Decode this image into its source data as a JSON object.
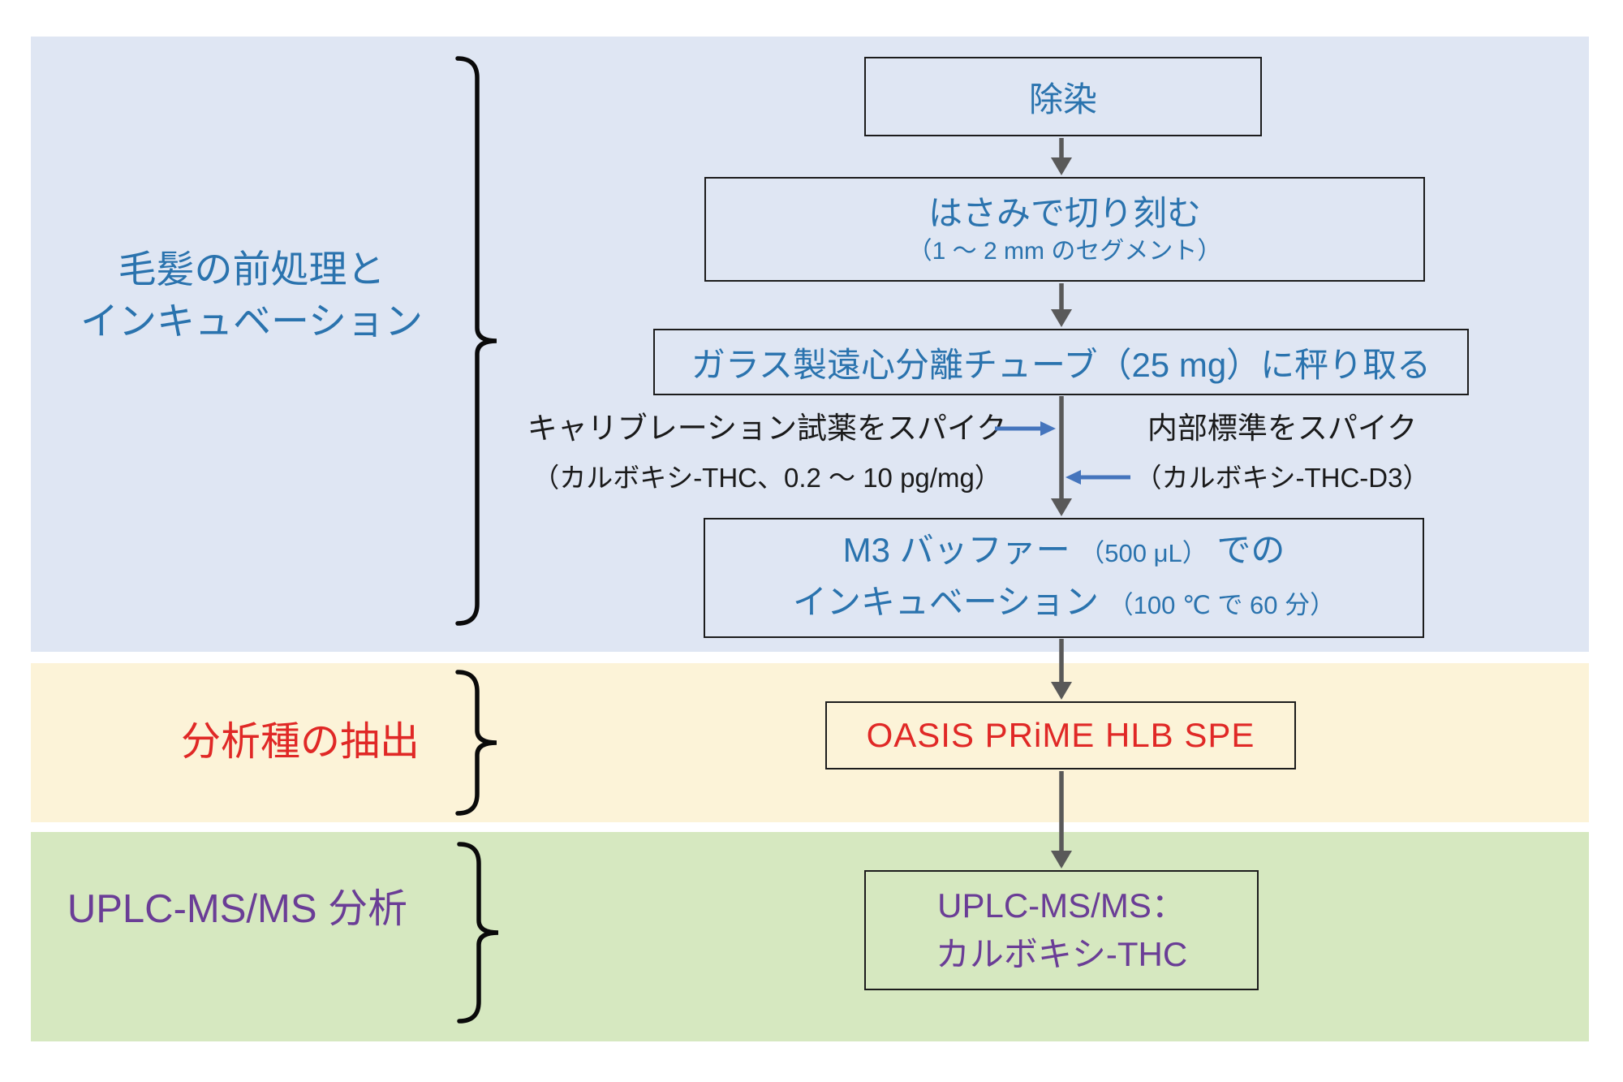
{
  "sections": {
    "pretreatment": {
      "label_line1": "毛髪の前処理と",
      "label_line2": "インキュベーション",
      "bg": "#dfe6f3",
      "label_color": "#2a73ae"
    },
    "extraction": {
      "label": "分析種の抽出",
      "bg": "#fcf3d8",
      "label_color": "#e02826"
    },
    "analysis": {
      "label": "UPLC-MS/MS 分析",
      "bg": "#d6e8c0",
      "label_color": "#6a3d96"
    }
  },
  "flow": {
    "decontamination": {
      "title": "除染"
    },
    "cutting": {
      "title": "はさみで切り刻む",
      "subtitle": "（1 ～ 2 mm のセグメント）"
    },
    "weighing": {
      "title": "ガラス製遠心分離チューブ（25 mg）に秤り取る"
    },
    "calibration_spike": {
      "line1": "キャリブレーション試薬をスパイク",
      "line2": "（カルボキシ-THC、0.2 ～ 10 pg/mg）"
    },
    "internal_standard_spike": {
      "line1": "内部標準をスパイク",
      "line2": "（カルボキシ-THC-D3）"
    },
    "incubation": {
      "line1_main": "M3 バッファー",
      "line1_sub": "（500 μL）",
      "line1_tail": "での",
      "line2_main": "インキュベーション",
      "line2_sub": "（100 ℃ で 60 分）"
    },
    "spe": {
      "title": "OASIS PRiME HLB SPE"
    },
    "uplc": {
      "line1": "UPLC-MS/MS：",
      "line2": "カルボキシ-THC"
    }
  },
  "colors": {
    "box_text_blue": "#2a73ae",
    "box_text_red": "#e02826",
    "box_text_purple": "#6a3d96",
    "connector_gray": "#595959",
    "spike_arrow_blue": "#4575bd",
    "box_border": "#1c1c1c",
    "brace_black": "#0a0a0a"
  }
}
